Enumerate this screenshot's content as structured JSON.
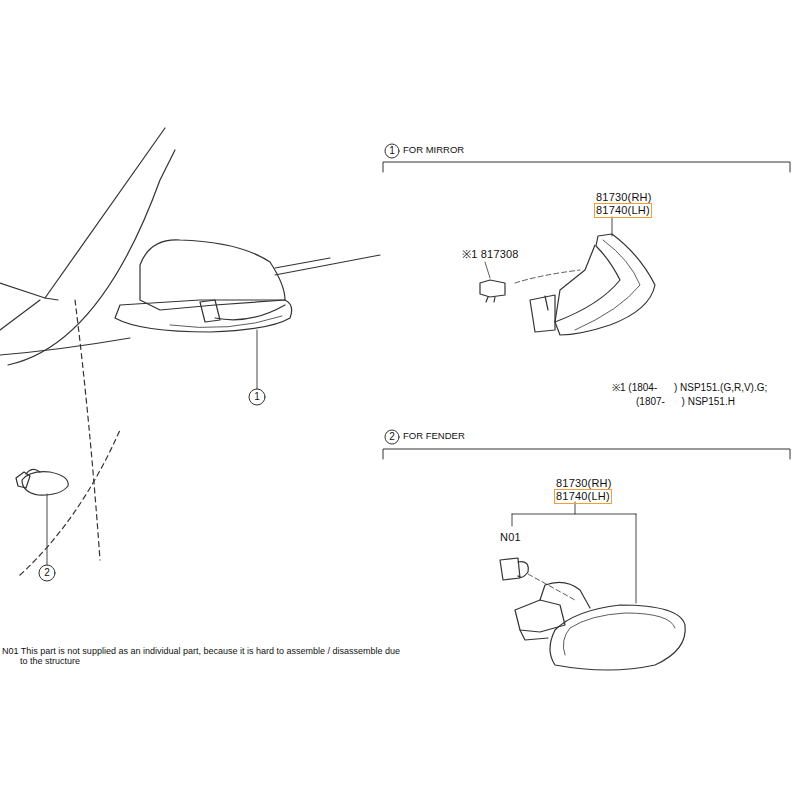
{
  "diagram": {
    "labels": [
      "1",
      "2",
      "1",
      "FOR MIRROR",
      "81730(RH)",
      "81740(LH)",
      "※1 817308",
      "※1 (1804-      ) NSP151.(G,R,V).G;",
      "(1807-      ) NSP151.H",
      "2",
      "FOR FENDER",
      "81730(RH)",
      "81740(LH)",
      "N01",
      "N01 This part is not supplied as an individual part, because it is hard to assemble / disassemble due to the structure"
    ]
  }
}
